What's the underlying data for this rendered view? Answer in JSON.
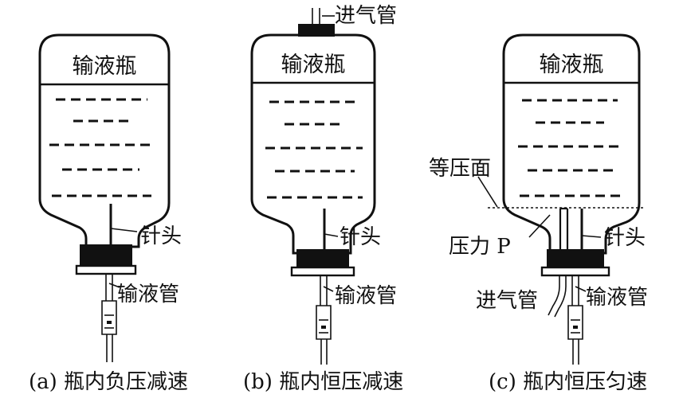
{
  "figure": {
    "panels": [
      {
        "bottle_label": "输液瓶",
        "needle_label": "针头",
        "tube_label": "输液管",
        "caption": "(a) 瓶内负压减速"
      },
      {
        "bottle_label": "输液瓶",
        "vent_label": "进气管",
        "needle_label": "针头",
        "tube_label": "输液管",
        "caption": "(b) 瓶内恒压减速"
      },
      {
        "bottle_label": "输液瓶",
        "isobaric_label": "等压面",
        "pressure_label": "压力 P",
        "needle_label": "针头",
        "vent_label": "进气管",
        "tube_label": "输液管",
        "caption": "(c) 瓶内恒压匀速"
      }
    ]
  }
}
